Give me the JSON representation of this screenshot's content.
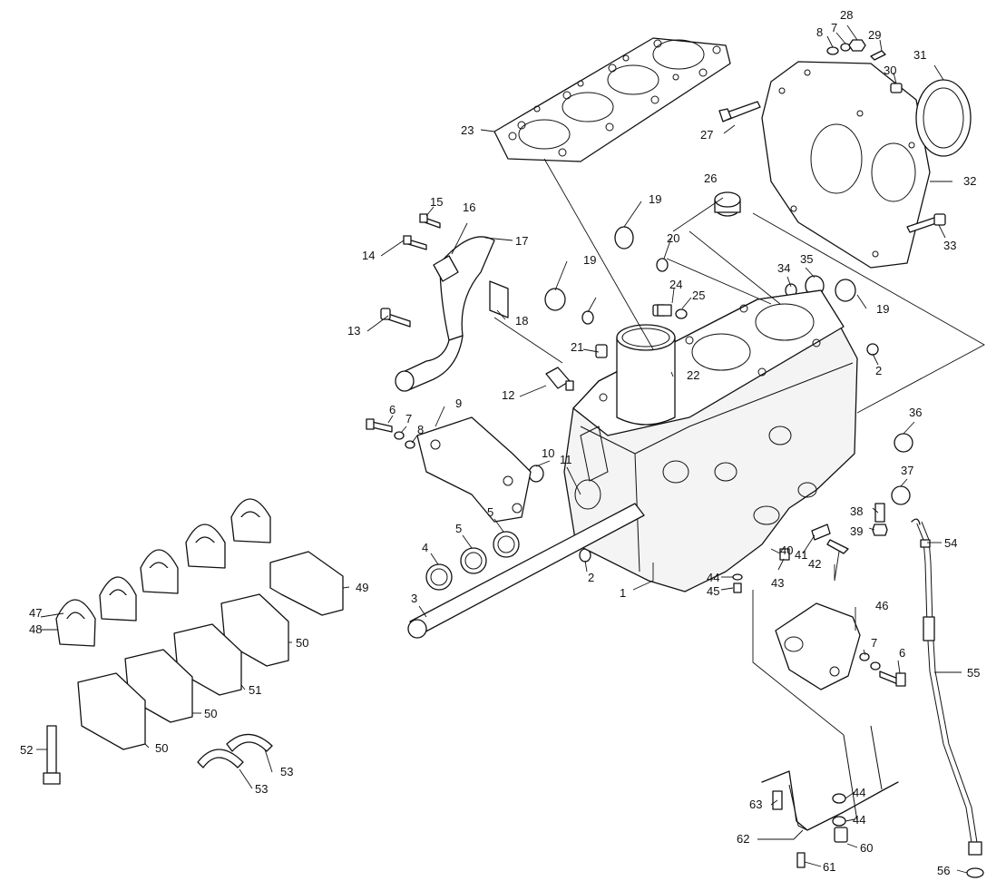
{
  "diagram": {
    "callouts": {
      "c1": "1",
      "c2a": "2",
      "c2b": "2",
      "c3": "3",
      "c4": "4",
      "c5a": "5",
      "c5b": "5",
      "c6a": "6",
      "c6b": "6",
      "c7a": "7",
      "c7b": "7",
      "c7c": "7",
      "c8a": "8",
      "c8b": "8",
      "c9": "9",
      "c10": "10",
      "c11": "11",
      "c12": "12",
      "c13": "13",
      "c14": "14",
      "c15": "15",
      "c16": "16",
      "c17": "17",
      "c18": "18",
      "c19a": "19",
      "c19b": "19",
      "c19c": "19",
      "c20": "20",
      "c21": "21",
      "c22": "22",
      "c23": "23",
      "c24": "24",
      "c25": "25",
      "c26": "26",
      "c27": "27",
      "c28": "28",
      "c29": "29",
      "c30": "30",
      "c31": "31",
      "c32": "32",
      "c33": "33",
      "c34": "34",
      "c35": "35",
      "c36": "36",
      "c37": "37",
      "c38": "38",
      "c39": "39",
      "c40": "40",
      "c41": "41",
      "c42": "42",
      "c43": "43",
      "c44a": "44",
      "c44b": "44",
      "c44c": "44",
      "c45": "45",
      "c46": "46",
      "c47": "47",
      "c48": "48",
      "c49": "49",
      "c50a": "50",
      "c50b": "50",
      "c50c": "50",
      "c51": "51",
      "c52": "52",
      "c53a": "53",
      "c53b": "53",
      "c54": "54",
      "c55": "55",
      "c56": "56",
      "c60": "60",
      "c61": "61",
      "c62": "62",
      "c63": "63"
    }
  }
}
